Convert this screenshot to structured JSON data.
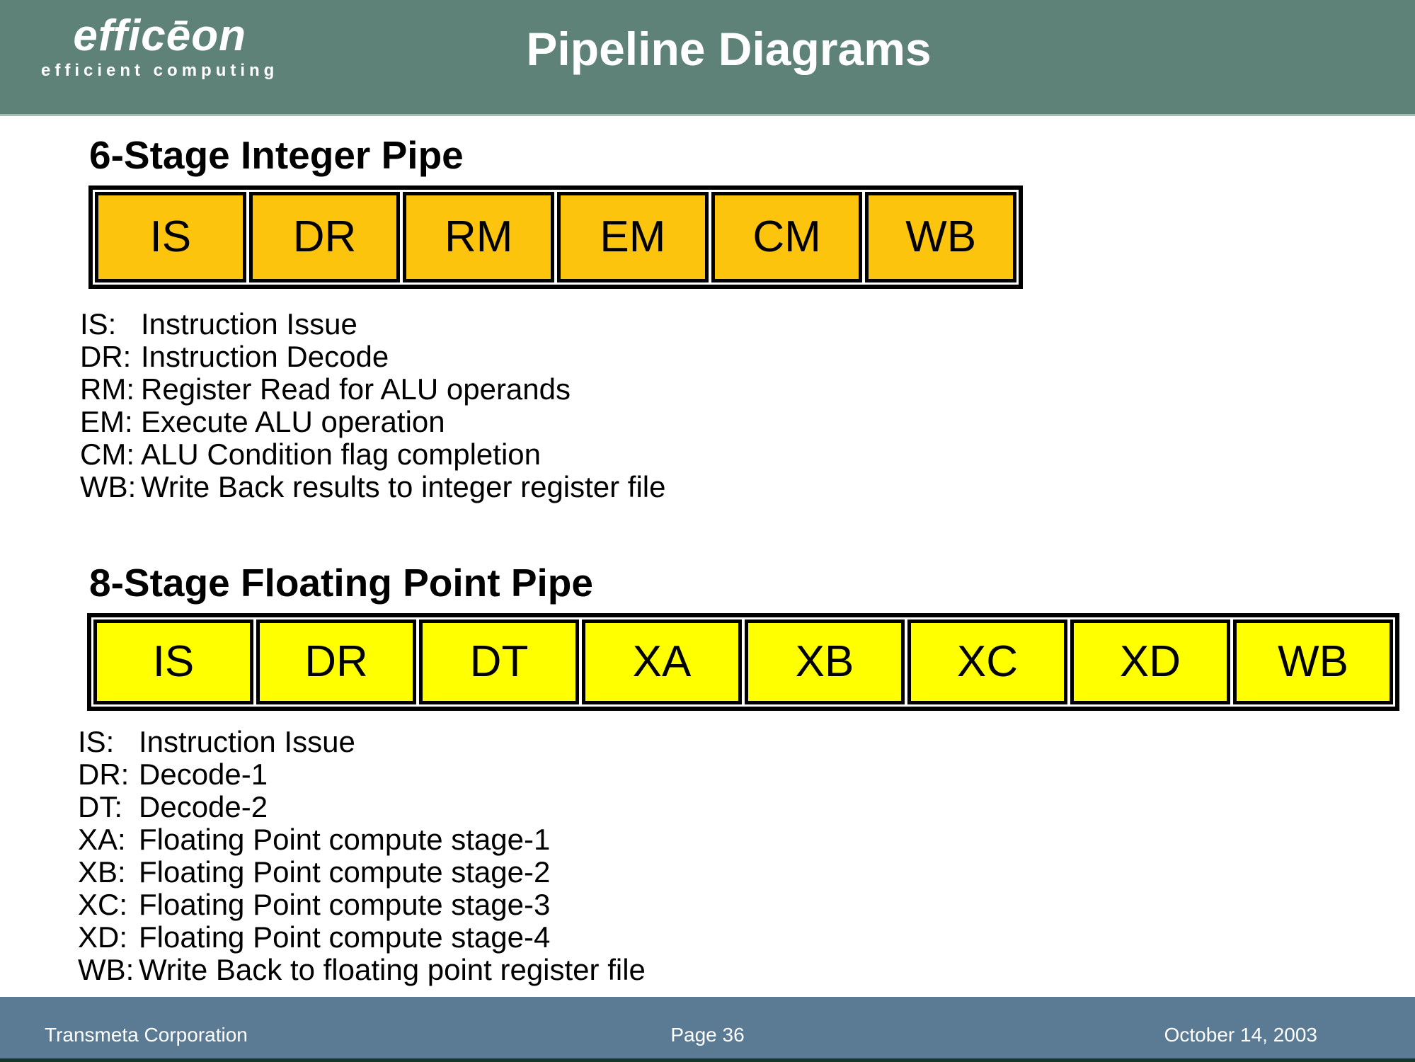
{
  "header": {
    "logo_primary": "efficēon",
    "logo_tagline": "efficient computing",
    "title": "Pipeline Diagrams"
  },
  "integer_pipe": {
    "heading": "6-Stage Integer Pipe",
    "stage_color": "#FCC40D",
    "stages": [
      "IS",
      "DR",
      "RM",
      "EM",
      "CM",
      "WB"
    ],
    "legend": [
      {
        "abbr": "IS:",
        "desc": "Instruction Issue"
      },
      {
        "abbr": "DR:",
        "desc": "Instruction Decode"
      },
      {
        "abbr": "RM:",
        "desc": "Register Read for ALU operands"
      },
      {
        "abbr": "EM:",
        "desc": "Execute ALU operation"
      },
      {
        "abbr": "CM:",
        "desc": "ALU Condition flag completion"
      },
      {
        "abbr": "WB:",
        "desc": "Write Back results to integer register file"
      }
    ]
  },
  "float_pipe": {
    "heading": "8-Stage Floating Point Pipe",
    "stage_color": "#FFFF00",
    "stages": [
      "IS",
      "DR",
      "DT",
      "XA",
      "XB",
      "XC",
      "XD",
      "WB"
    ],
    "legend": [
      {
        "abbr": "IS:",
        "desc": "Instruction Issue"
      },
      {
        "abbr": "DR:",
        "desc": "Decode-1"
      },
      {
        "abbr": "DT:",
        "desc": "Decode-2"
      },
      {
        "abbr": "XA:",
        "desc": "Floating Point compute stage-1"
      },
      {
        "abbr": "XB:",
        "desc": "Floating Point compute stage-2"
      },
      {
        "abbr": "XC:",
        "desc": "Floating Point compute stage-3"
      },
      {
        "abbr": "XD:",
        "desc": "Floating Point compute stage-4"
      },
      {
        "abbr": "WB:",
        "desc": "Write Back to floating point register file"
      }
    ]
  },
  "footer": {
    "left": "Transmeta Corporation",
    "center": "Page 36",
    "right": "October 14, 2003"
  },
  "colors": {
    "header_bg": "#5F8278",
    "footer_bg": "#5B7A94",
    "bottom_strip": "#17362A",
    "stage_border": "#000000"
  }
}
